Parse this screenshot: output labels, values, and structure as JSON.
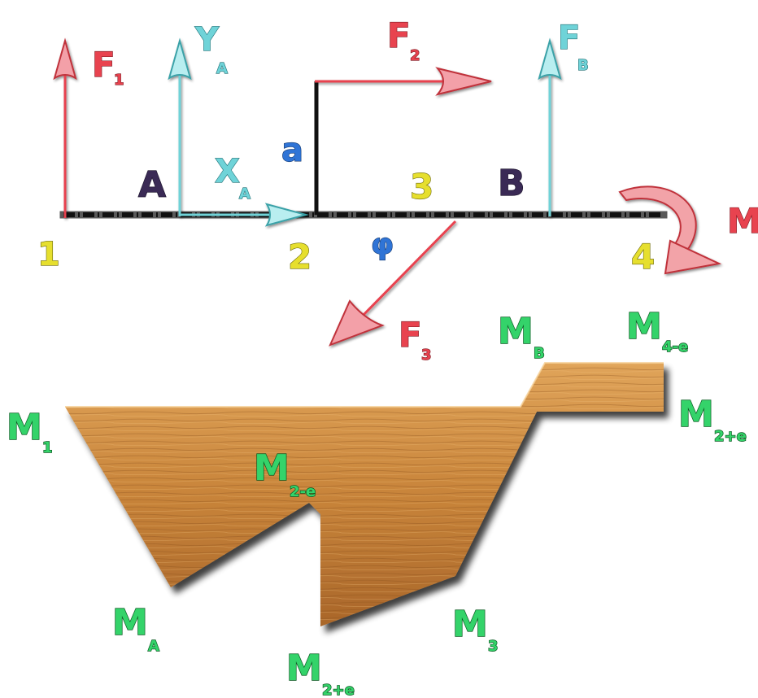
{
  "forces": {
    "f1": {
      "main": "F",
      "sub": "1"
    },
    "ya": {
      "main": "Y",
      "sub": "A"
    },
    "xa": {
      "main": "X",
      "sub": "A"
    },
    "f2": {
      "main": "F",
      "sub": "2"
    },
    "f3": {
      "main": "F",
      "sub": "3"
    },
    "fb": {
      "main": "F",
      "sub": "B"
    },
    "m": {
      "main": "M"
    }
  },
  "beam_labels": {
    "support_a": "A",
    "support_b": "B",
    "arm": "a",
    "angle": "φ",
    "node_1": "1",
    "node_2": "2",
    "node_3": "3",
    "node_4": "4"
  },
  "moment_labels": {
    "m1": {
      "main": "M",
      "sub": "1"
    },
    "ma": {
      "main": "M",
      "sub": "A"
    },
    "m2m": {
      "main": "M",
      "sub": "2-e"
    },
    "m2p": {
      "main": "M",
      "sub": "2+e"
    },
    "m3": {
      "main": "M",
      "sub": "3"
    },
    "mb": {
      "main": "M",
      "sub": "B"
    },
    "m4": {
      "main": "M",
      "sub": "4-e"
    },
    "m2pe": {
      "main": "M",
      "sub": "2+e"
    }
  },
  "colors": {
    "force_red": "#e8434f",
    "reaction_cyan": "#6fd3d8",
    "node_yellow": "#e6df2e",
    "moment_green": "#34d36a",
    "wood": "#c8843a"
  }
}
